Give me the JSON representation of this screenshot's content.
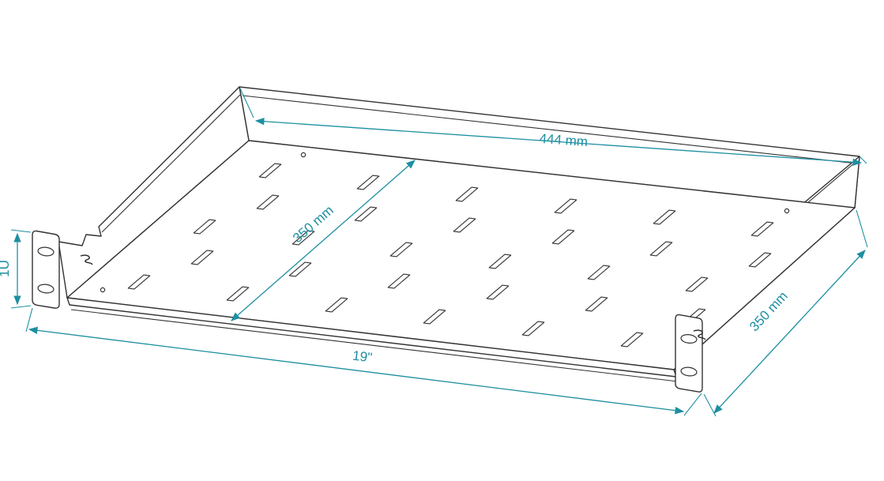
{
  "diagram": {
    "colors": {
      "outline": "#333333",
      "dimension": "#1d8fa1",
      "background": "#ffffff"
    },
    "dimensions": {
      "back_width": {
        "label": "444 mm"
      },
      "depth_left": {
        "label": "350 mm"
      },
      "depth_right": {
        "label": "350 mm"
      },
      "front_width": {
        "label": "19\""
      },
      "height": {
        "label": "1U"
      }
    }
  }
}
